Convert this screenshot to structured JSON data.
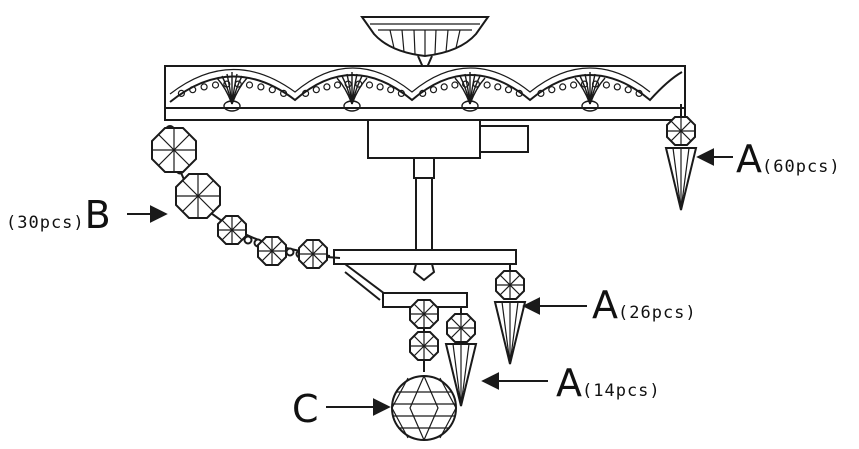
{
  "labels": {
    "a_top": {
      "letter": "A",
      "count": "(60pcs)"
    },
    "b": {
      "letter": "B",
      "count": "(30pcs)"
    },
    "a_mid": {
      "letter": "A",
      "count": "(26pcs)"
    },
    "a_low": {
      "letter": "A",
      "count": "(14pcs)"
    },
    "c": {
      "letter": "C"
    }
  },
  "colors": {
    "line": "#1a1a1a",
    "background": "#ffffff"
  }
}
